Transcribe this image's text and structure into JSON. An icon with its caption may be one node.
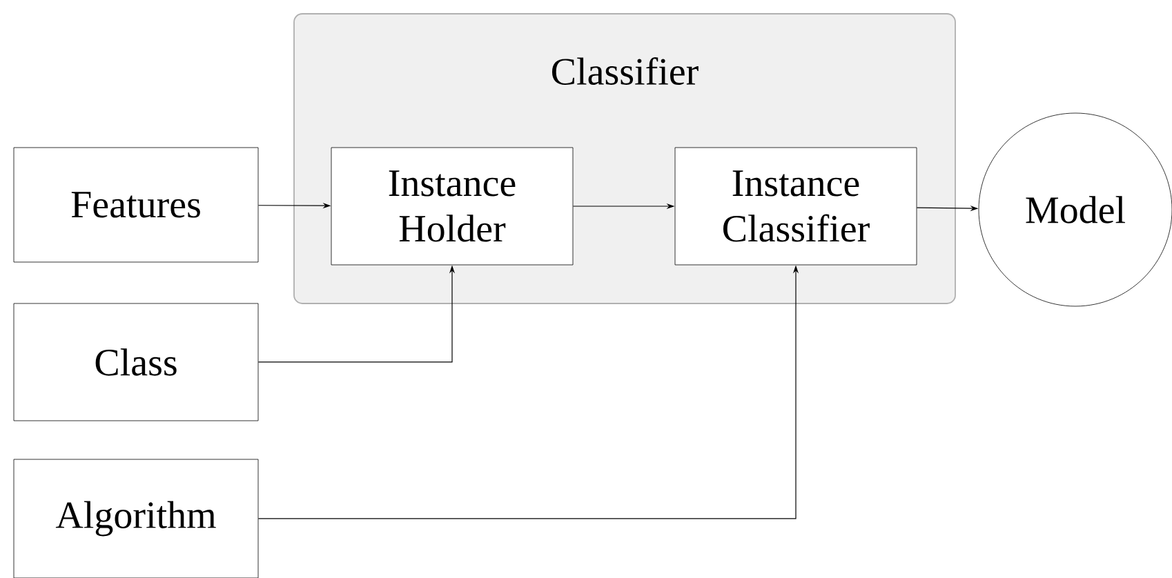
{
  "diagram": {
    "nodes": [
      {
        "text": [
          "Classifier"
        ]
      },
      {
        "text": [
          "Features"
        ]
      },
      {
        "text": [
          "Instance Holder"
        ],
        "in": 0
      },
      {
        "text": [
          "Instance Classifier"
        ],
        "in": 0
      },
      {
        "text": [
          "Model"
        ]
      },
      {
        "text": [
          "Class"
        ]
      },
      {
        "text": [
          "Algorithm"
        ]
      }
    ],
    "edges": [
      {
        "from": 1,
        "to": 2,
        "arrow": "to"
      },
      {
        "from": 2,
        "to": 3,
        "arrow": "to"
      },
      {
        "from": 3,
        "to": 4,
        "arrow": "to"
      },
      {
        "from": 5,
        "to": 2,
        "arrow": "to"
      },
      {
        "from": 6,
        "to": 3,
        "arrow": "to"
      }
    ]
  }
}
